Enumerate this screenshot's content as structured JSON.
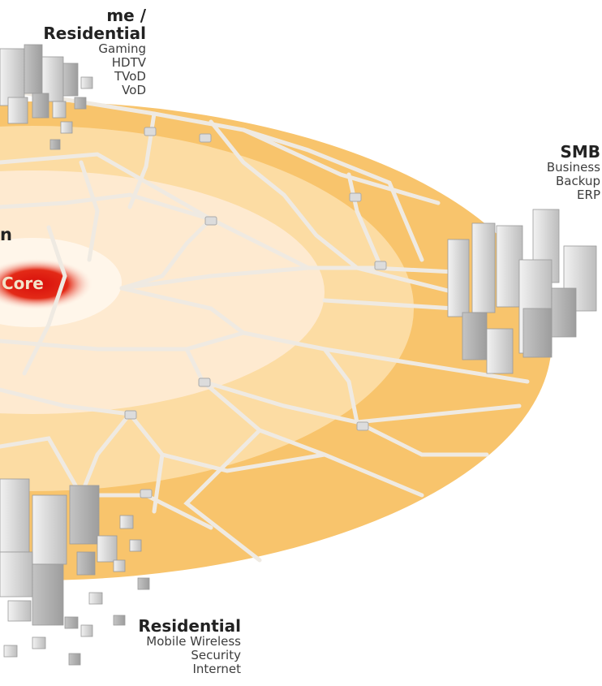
{
  "labels": {
    "home_residential": {
      "title": "me / Residential",
      "items": [
        "Gaming",
        "HDTV",
        "TVoD",
        "VoD"
      ]
    },
    "smb": {
      "title": "SMB",
      "items": [
        "Business",
        "Backup",
        "ERP"
      ]
    },
    "residential": {
      "title": "Residential",
      "items": [
        "Mobile Wireless",
        "Security",
        "Internet"
      ]
    },
    "core": "Core",
    "ring_fragment": "n"
  },
  "colors": {
    "outer_ring": "#f8c46c",
    "middle_ring": "#fcdca3",
    "inner_ring": "#feead0",
    "center": "#fff6ea",
    "core_red": "#e0150f",
    "roads": "#efeae2",
    "buildings": "#d2d2d2"
  }
}
